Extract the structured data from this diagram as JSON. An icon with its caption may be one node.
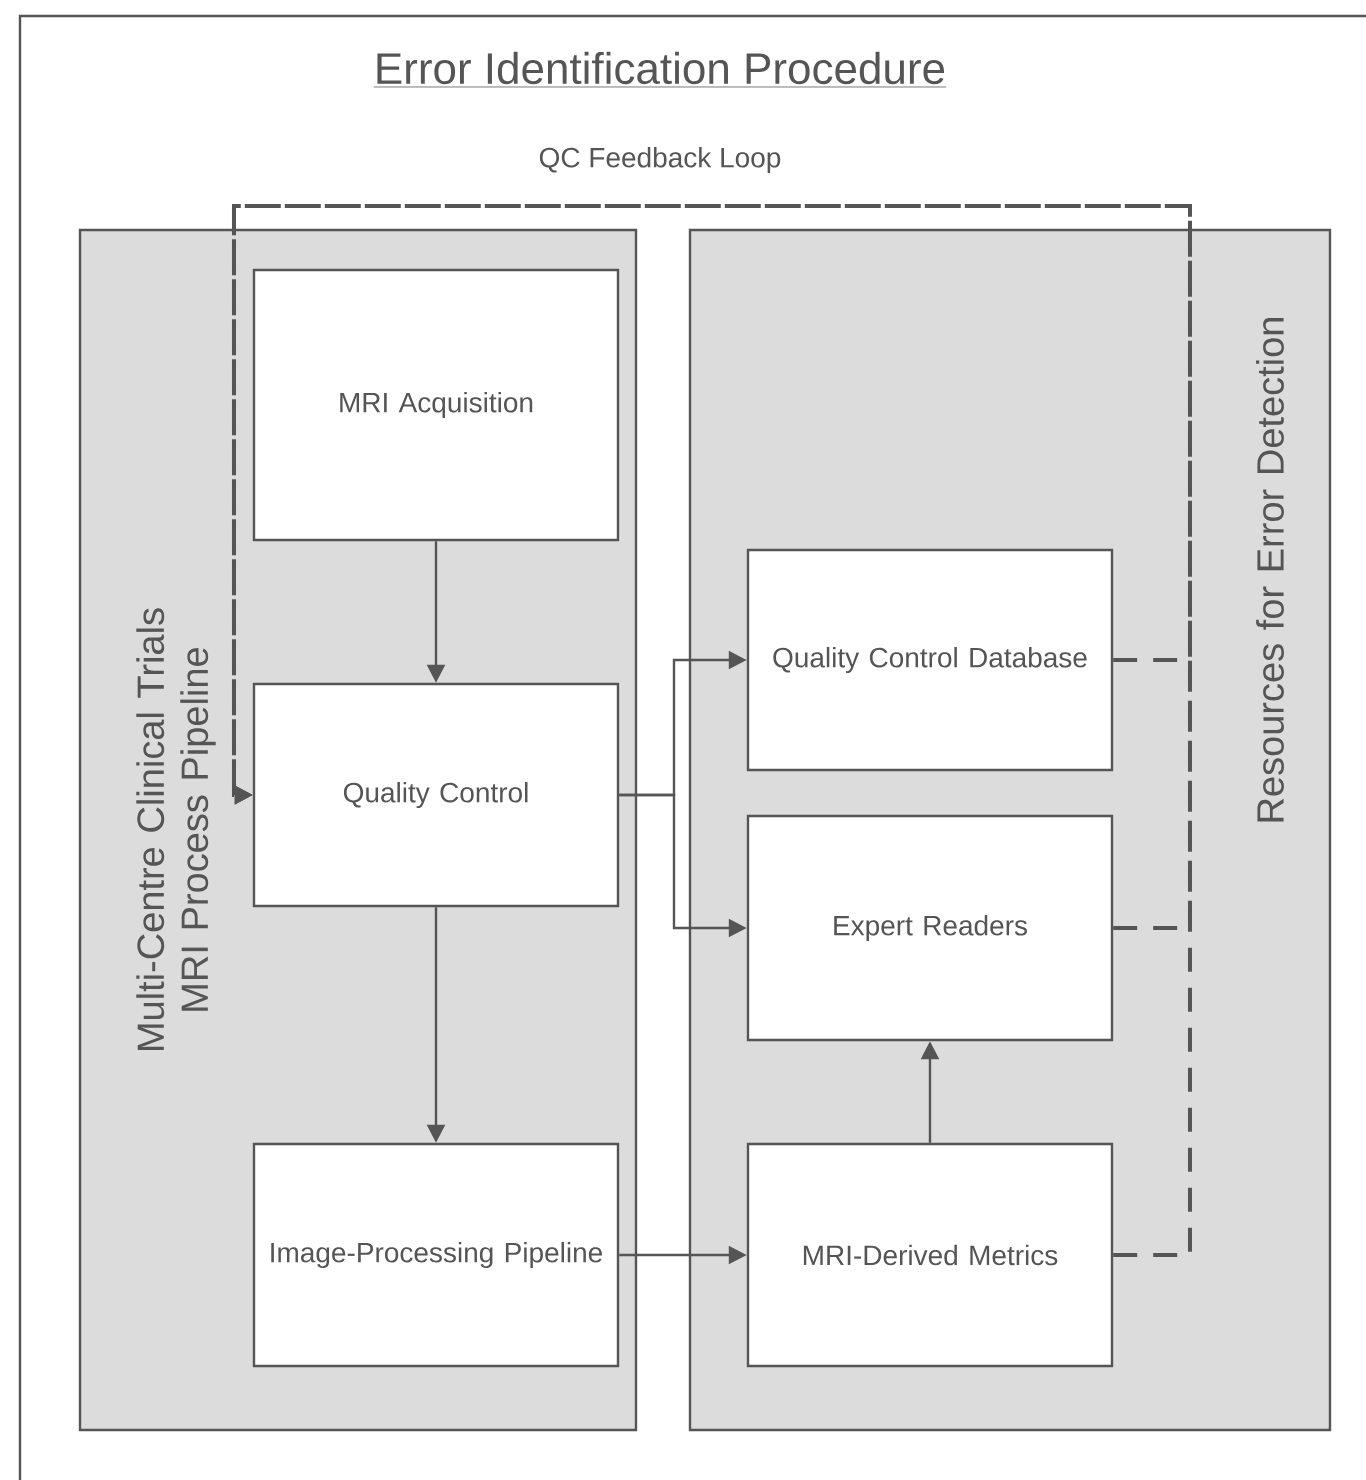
{
  "diagram": {
    "title": "Error Identification Procedure",
    "nodes": [
      {
        "text": [
          "Multi-Centre Clinical Trials MRI Process Pipeline"
        ]
      },
      {
        "text": [
          "MRI Acquisition"
        ],
        "in": 0
      },
      {
        "text": [
          "Quality Control"
        ],
        "in": 0
      },
      {
        "text": [
          "Image-Processing Pipeline"
        ],
        "in": 0
      },
      {
        "text": [
          "Resources for Error Detection"
        ]
      },
      {
        "text": [
          "Quality Control Database"
        ],
        "in": 4
      },
      {
        "text": [
          "Expert Readers"
        ],
        "in": 4
      },
      {
        "text": [
          "MRI-Derived Metrics"
        ],
        "in": 4
      }
    ],
    "edges": [
      {
        "from": 1,
        "to": 2,
        "arrow": "to"
      },
      {
        "from": 2,
        "to": 5,
        "arrow": "to"
      },
      {
        "from": 2,
        "to": 6,
        "arrow": "to"
      },
      {
        "from": 2,
        "to": 3,
        "arrow": "to"
      },
      {
        "from": 3,
        "to": 7,
        "arrow": "to"
      },
      {
        "from": 7,
        "to": 6,
        "arrow": "to"
      },
      {
        "from": 5,
        "to": 2,
        "arrow": "to",
        "style": "dashed"
      },
      {
        "from": 6,
        "to": 2,
        "arrow": "to",
        "style": "dashed"
      },
      {
        "from": 7,
        "to": 2,
        "arrow": "to",
        "style": "dashed"
      }
    ],
    "labels": [
      "QC Feedback Loop"
    ]
  }
}
